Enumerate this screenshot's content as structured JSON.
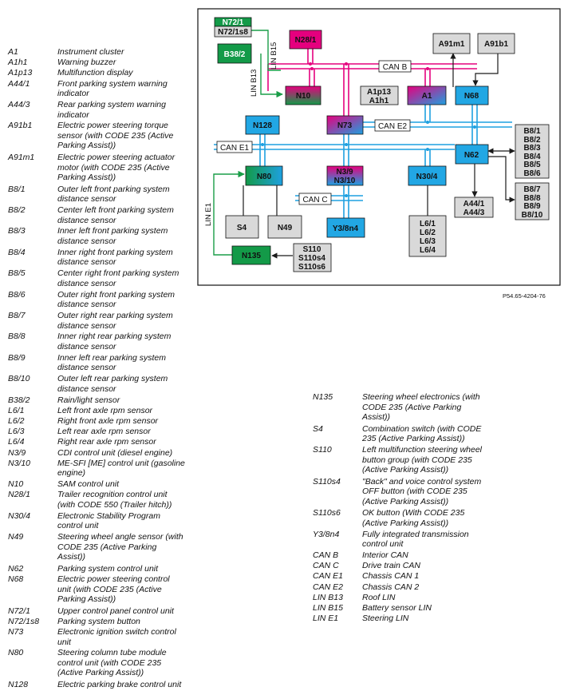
{
  "diagram": {
    "reference": "P54.65-4204-76",
    "colors": {
      "can_b": "#e5007e",
      "can_other": "#1ea0e0",
      "lin": "#1a9d48",
      "black": "#1a1a1a",
      "box_gray": "#d9d9d9",
      "box_blue": "#22a7e4",
      "box_green": "#139a48",
      "box_pink": "#e5007e"
    },
    "bus_labels": {
      "can_b": "CAN B",
      "can_c": "CAN C",
      "can_e1": "CAN E1",
      "can_e2": "CAN E2",
      "lin_b13": "LIN B13",
      "lin_b15": "LIN B15",
      "lin_e1": "LIN E1"
    },
    "components": {
      "n72": [
        "N72/1",
        "N72/1s8"
      ],
      "n28": "N28/1",
      "b38": "B38/2",
      "n10": "N10",
      "a1p": [
        "A1p13",
        "A1h1"
      ],
      "a1": "A1",
      "a91m1": "A91m1",
      "a91b1": "A91b1",
      "n68": "N68",
      "n128": "N128",
      "n73": "N73",
      "n62": "N62",
      "b8_front": [
        "B8/1",
        "B8/2",
        "B8/3",
        "B8/4",
        "B8/5",
        "B8/6"
      ],
      "b8_rear": [
        "B8/7",
        "B8/8",
        "B8/9",
        "B8/10"
      ],
      "n80": "N80",
      "n39": [
        "N3/9",
        "N3/10"
      ],
      "n304": "N30/4",
      "a44": [
        "A44/1",
        "A44/3"
      ],
      "s4": "S4",
      "n49": "N49",
      "y38": "Y3/8n4",
      "l6": [
        "L6/1",
        "L6/2",
        "L6/3",
        "L6/4"
      ],
      "n135": "N135",
      "s110": [
        "S110",
        "S110s4",
        "S110s6"
      ]
    }
  },
  "legend_left": [
    {
      "code": "A1",
      "desc": "Instrument cluster"
    },
    {
      "code": "A1h1",
      "desc": "Warning buzzer"
    },
    {
      "code": "A1p13",
      "desc": "Multifunction display"
    },
    {
      "code": "A44/1",
      "desc": "Front parking system warning indicator"
    },
    {
      "code": "A44/3",
      "desc": "Rear parking system warning indicator"
    },
    {
      "code": "A91b1",
      "desc": "Electric power steering torque sensor (with CODE 235 (Active Parking Assist))"
    },
    {
      "code": "A91m1",
      "desc": "Electric power steering actuator motor (with CODE 235 (Active Parking Assist))"
    },
    {
      "code": "B8/1",
      "desc": "Outer left front parking system distance sensor"
    },
    {
      "code": "B8/2",
      "desc": "Center left front parking system distance sensor"
    },
    {
      "code": "B8/3",
      "desc": "Inner left front parking system distance sensor"
    },
    {
      "code": "B8/4",
      "desc": "Inner right front parking system distance sensor"
    },
    {
      "code": "B8/5",
      "desc": "Center right front parking system distance sensor"
    },
    {
      "code": "B8/6",
      "desc": "Outer right front parking system distance sensor"
    },
    {
      "code": "B8/7",
      "desc": "Outer right rear parking system distance sensor"
    },
    {
      "code": "B8/8",
      "desc": "Inner right rear parking system distance sensor"
    },
    {
      "code": "B8/9",
      "desc": "Inner left rear parking system distance sensor"
    },
    {
      "code": "B8/10",
      "desc": "Outer left rear parking system distance sensor"
    },
    {
      "code": "B38/2",
      "desc": "Rain/light sensor"
    },
    {
      "code": "L6/1",
      "desc": "Left front axle rpm sensor"
    },
    {
      "code": "L6/2",
      "desc": "Right front axle rpm sensor"
    },
    {
      "code": "L6/3",
      "desc": "Left rear axle rpm sensor"
    },
    {
      "code": "L6/4",
      "desc": "Right rear axle rpm sensor"
    },
    {
      "code": "N3/9",
      "desc": "CDI control unit (diesel engine)"
    },
    {
      "code": "N3/10",
      "desc": "ME-SFI [ME] control unit (gasoline engine)"
    },
    {
      "code": "N10",
      "desc": "SAM control unit"
    },
    {
      "code": "N28/1",
      "desc": "Trailer recognition control unit (with CODE 550 (Trailer hitch))"
    },
    {
      "code": "N30/4",
      "desc": "Electronic Stability Program control unit"
    },
    {
      "code": "N49",
      "desc": "Steering wheel angle sensor (with CODE 235 (Active Parking Assist))"
    },
    {
      "code": "N62",
      "desc": "Parking system control unit"
    },
    {
      "code": "N68",
      "desc": "Electric power steering control unit (with CODE 235 (Active Parking Assist))"
    },
    {
      "code": "N72/1",
      "desc": "Upper control panel control unit"
    },
    {
      "code": "N72/1s8",
      "desc": "Parking system button"
    },
    {
      "code": "N73",
      "desc": "Electronic ignition switch control unit"
    },
    {
      "code": "N80",
      "desc": "Steering column tube module control unit (with CODE 235 (Active Parking Assist))"
    },
    {
      "code": "N128",
      "desc": "Electric parking brake control unit"
    }
  ],
  "legend_right": [
    {
      "code": "N135",
      "desc": "Steering wheel electronics (with CODE 235 (Active Parking Assist))"
    },
    {
      "code": "S4",
      "desc": "Combination switch (with CODE 235 (Active Parking Assist))"
    },
    {
      "code": "S110",
      "desc": "Left multifunction steering wheel button group (with CODE 235 (Active Parking Assist))"
    },
    {
      "code": "S110s4",
      "desc": "\"Back\" and voice control system OFF button (with CODE 235 (Active Parking Assist))"
    },
    {
      "code": "S110s6",
      "desc": "OK button (With CODE 235 (Active Parking Assist))"
    },
    {
      "code": "Y3/8n4",
      "desc": "Fully integrated transmission control unit"
    },
    {
      "code": "CAN B",
      "desc": "Interior CAN"
    },
    {
      "code": "CAN C",
      "desc": "Drive train CAN"
    },
    {
      "code": "CAN E1",
      "desc": "Chassis CAN 1"
    },
    {
      "code": "CAN E2",
      "desc": "Chassis CAN 2"
    },
    {
      "code": "LIN B13",
      "desc": "Roof LIN"
    },
    {
      "code": "LIN B15",
      "desc": "Battery sensor LIN"
    },
    {
      "code": "LIN E1",
      "desc": "Steering LIN"
    }
  ]
}
